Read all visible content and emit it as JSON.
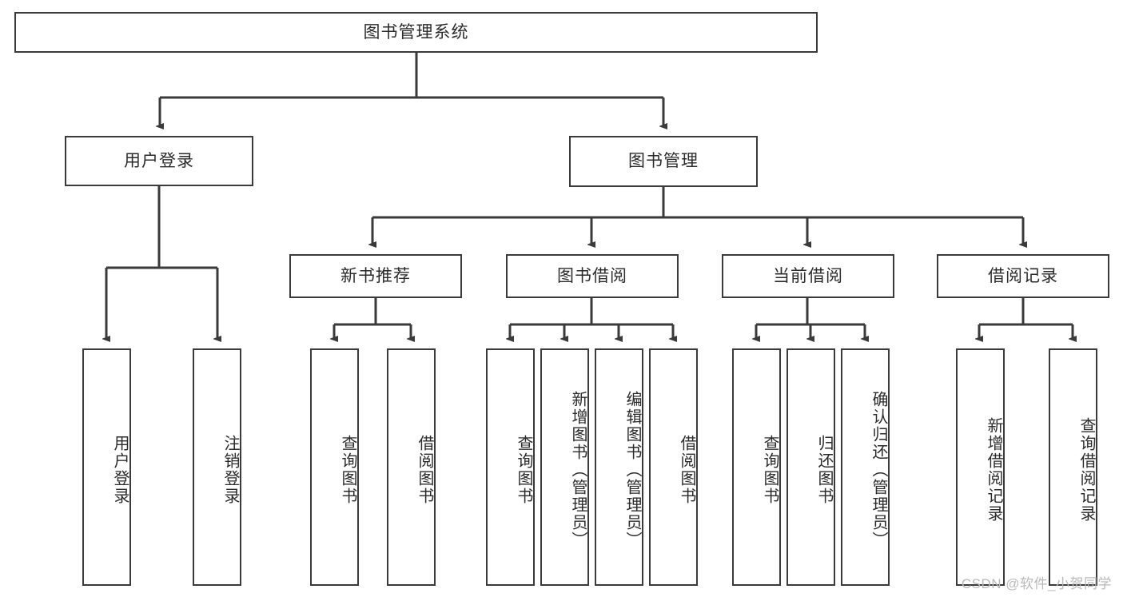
{
  "diagram": {
    "title": "图书管理系统",
    "type": "hierarchy-tree",
    "levels": 4,
    "root": {
      "label": "图书管理系统"
    },
    "level2": [
      {
        "label": "用户登录"
      },
      {
        "label": "图书管理"
      }
    ],
    "level3": [
      {
        "label": "新书推荐"
      },
      {
        "label": "图书借阅"
      },
      {
        "label": "当前借阅"
      },
      {
        "label": "借阅记录"
      }
    ],
    "leaves": [
      {
        "label": "用户登录",
        "parent": "用户登录"
      },
      {
        "label": "注销登录",
        "parent": "用户登录"
      },
      {
        "label": "查询图书",
        "parent": "新书推荐"
      },
      {
        "label": "借阅图书",
        "parent": "新书推荐"
      },
      {
        "label": "查询图书",
        "parent": "图书借阅"
      },
      {
        "label": "新增图书（管理员）",
        "parent": "图书借阅"
      },
      {
        "label": "编辑图书（管理员）",
        "parent": "图书借阅"
      },
      {
        "label": "借阅图书",
        "parent": "图书借阅"
      },
      {
        "label": "查询图书",
        "parent": "当前借阅"
      },
      {
        "label": "归还图书",
        "parent": "当前借阅"
      },
      {
        "label": "确认归还（管理员）",
        "parent": "当前借阅"
      },
      {
        "label": "新增借阅记录",
        "parent": "借阅记录"
      },
      {
        "label": "查询借阅记录",
        "parent": "借阅记录"
      }
    ]
  },
  "watermark": {
    "text": "CSDN @软件_小贺同学"
  },
  "colors": {
    "stroke": "#3a3a3a",
    "background": "#ffffff",
    "text": "#2b2b2b",
    "watermark": "#b9b9b9"
  }
}
